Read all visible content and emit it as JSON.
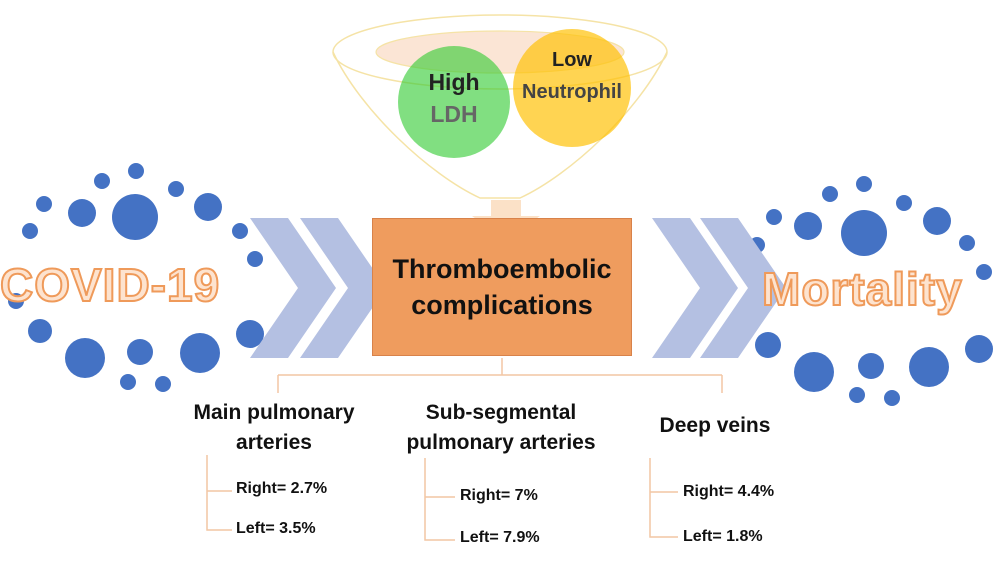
{
  "left_word": "COVID-19",
  "right_word": "Mortality",
  "funnel": {
    "circle_a": {
      "line1": "High",
      "line2": "LDH"
    },
    "circle_b": {
      "line1": "Low",
      "line2": "Neutrophil"
    }
  },
  "center_box": {
    "line1": "Thromboembolic",
    "line2": "complications"
  },
  "branches": [
    {
      "title_line1": "Main pulmonary",
      "title_line2": "arteries",
      "right": "Right= 2.7%",
      "left": "Left= 3.5%"
    },
    {
      "title_line1": "Sub-segmental",
      "title_line2": "pulmonary arteries",
      "right": "Right= 7%",
      "left": "Left= 7.9%"
    },
    {
      "title_line1": "Deep veins",
      "title_line2": "",
      "right": "Right= 4.4%",
      "left": "Left= 1.8%"
    }
  ],
  "colors": {
    "dots": "#4472c4",
    "chevrons": "#b4c0e2",
    "center_box": "#ef9c5e",
    "circle_high": "#33cc33",
    "circle_low": "#ffc000",
    "word_fill": "#fde3cf",
    "word_stroke": "#ef9a5a",
    "tree_lines": "#f2c6a4"
  }
}
